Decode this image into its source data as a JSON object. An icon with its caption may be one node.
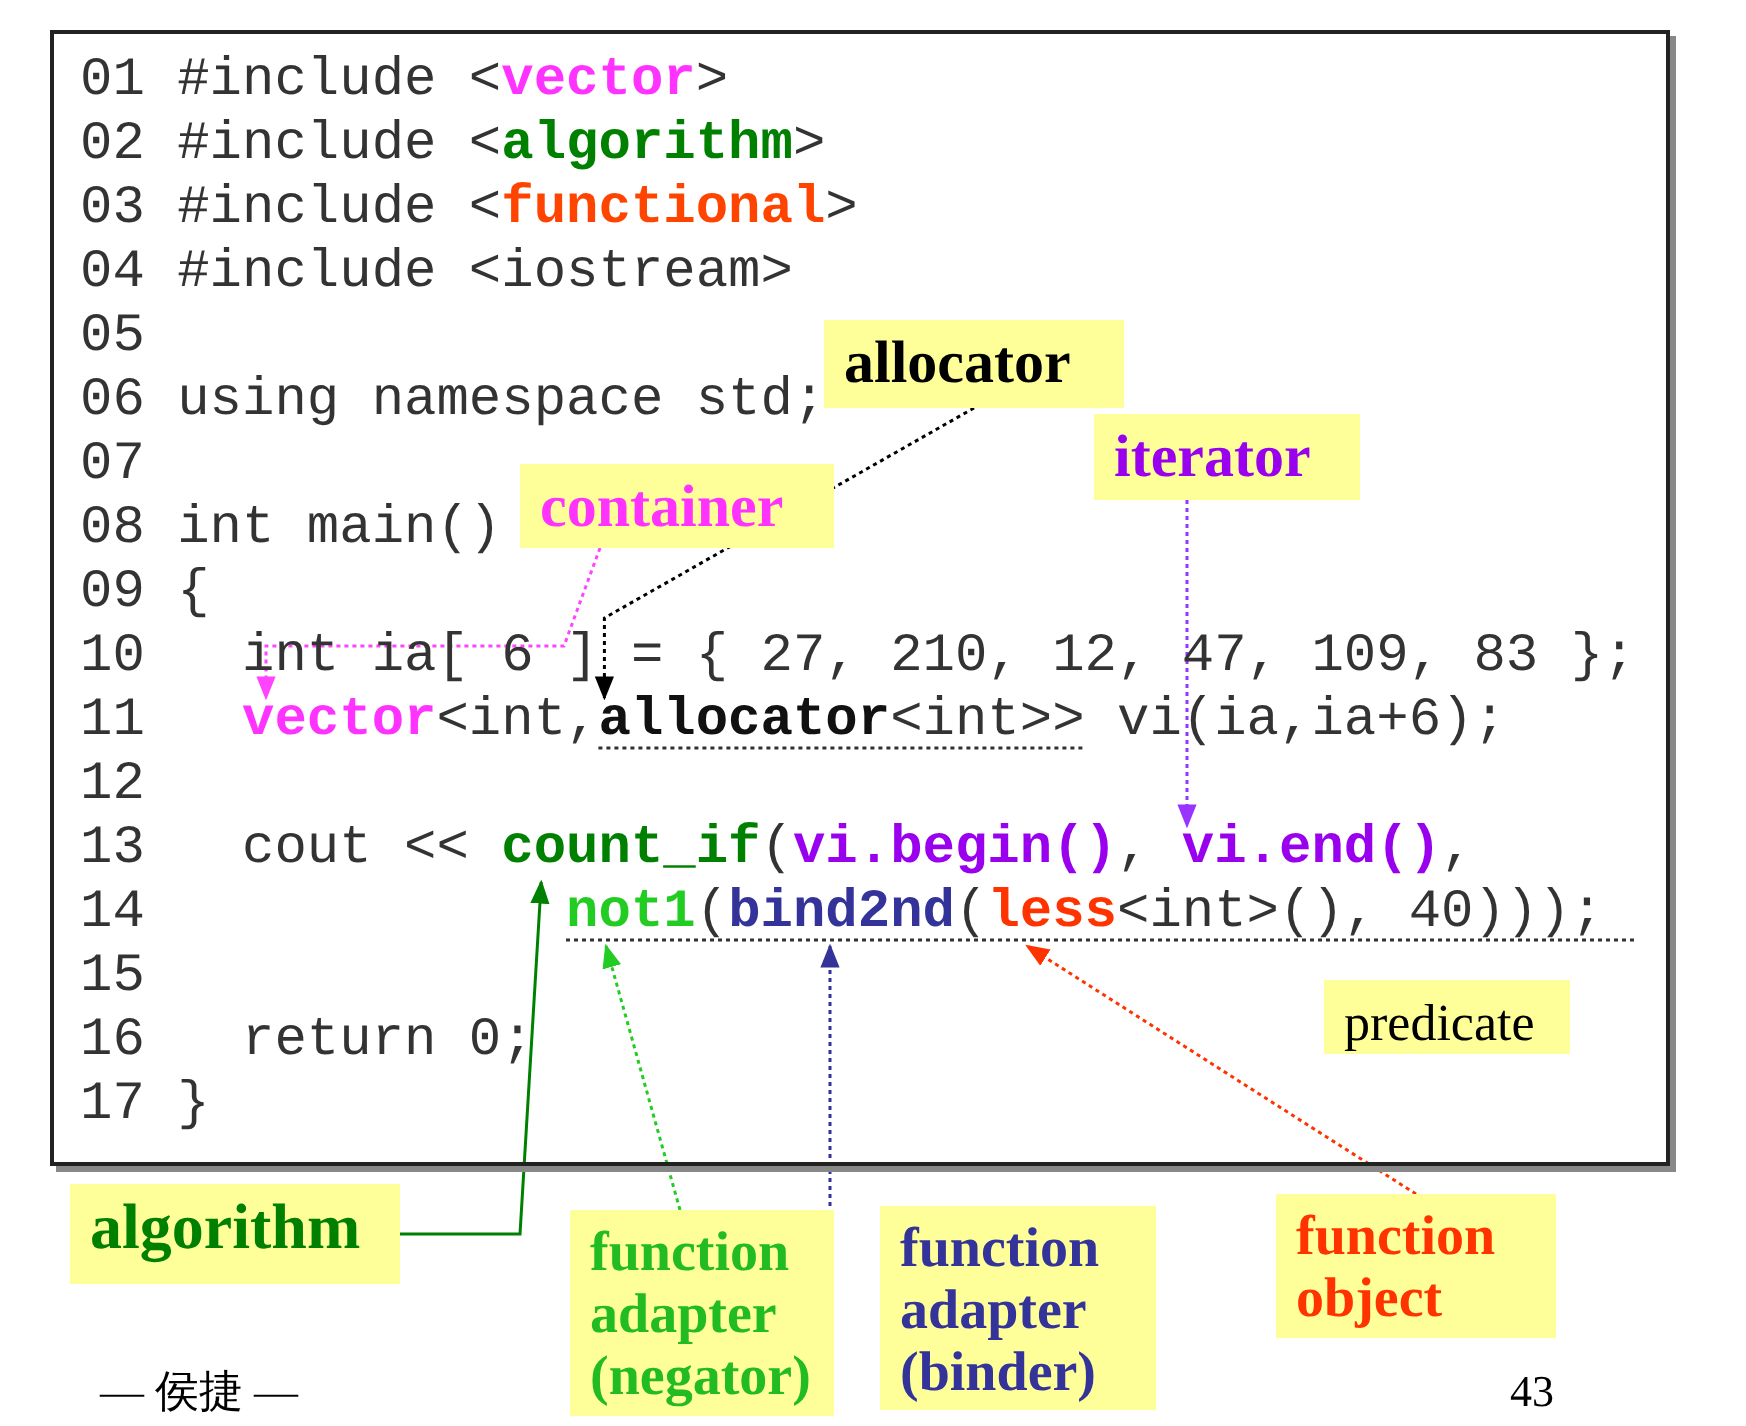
{
  "diagram": {
    "nodes": [
      {
        "text": [
          "01 #include <**vector**>",
          "02 #include <**algorithm**>",
          "03 #include <**functional**>",
          "04 #include <iostream>",
          "05",
          "06 using namespace std;",
          "07",
          "08 int main()",
          "09 {",
          "10   int ia[ 6 ] = { 27, 210, 12, 47, 109, 83 };",
          "11   **vector**<int,**allocator**<int>> vi(ia,ia+6);",
          "12",
          "13   cout << **count_if**(**vi.begin()**, **vi.end()**,",
          "14             **not1**(**bind2nd**(**less**<int>(), 40)));",
          "15",
          "16   return 0;",
          "17 }"
        ]
      },
      {
        "text": [
          "allocator"
        ],
        "in": 0
      },
      {
        "text": [
          "iterator"
        ],
        "in": 0
      },
      {
        "text": [
          "container"
        ],
        "in": 0
      },
      {
        "text": [
          "predicate"
        ],
        "in": 0
      },
      {
        "text": [
          "algorithm"
        ]
      },
      {
        "text": [
          "function adapter (negator)"
        ]
      },
      {
        "text": [
          "function adapter (binder)"
        ]
      },
      {
        "text": [
          "function object"
        ]
      }
    ],
    "edges": [
      {
        "from": 3,
        "to": null,
        "arrow": "to",
        "style": "dashed",
        "color": "#ff44ff"
      },
      {
        "from": 1,
        "to": null,
        "arrow": "to",
        "style": "dashed",
        "color": "#000000"
      },
      {
        "from": 2,
        "to": null,
        "arrow": "to",
        "style": "dashed",
        "color": "#9933ff"
      },
      {
        "from": 5,
        "to": null,
        "arrow": "to",
        "color": "#008000"
      },
      {
        "from": 6,
        "to": null,
        "arrow": "to",
        "style": "dashed",
        "color": "#22cc22"
      },
      {
        "from": 7,
        "to": null,
        "arrow": "to",
        "style": "dashed",
        "color": "#333399"
      },
      {
        "from": 8,
        "to": null,
        "arrow": "to",
        "style": "dashed",
        "color": "#ff3300"
      }
    ],
    "labels": [
      "— 侯捷 —",
      "43"
    ]
  }
}
